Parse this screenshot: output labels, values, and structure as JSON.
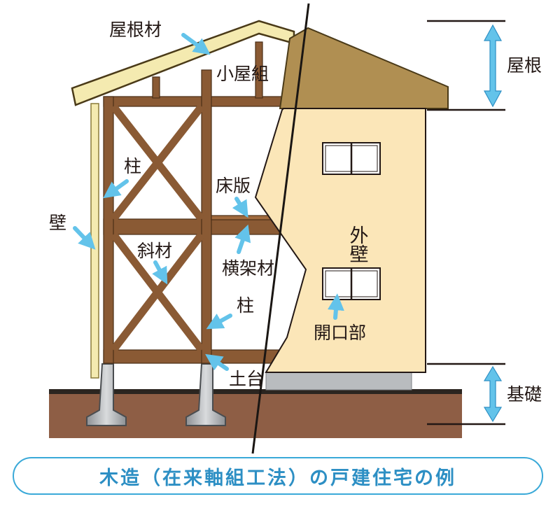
{
  "labels": {
    "yanezai": "屋根材",
    "koyagumi": "小屋組",
    "hashira_upper": "柱",
    "kabe": "壁",
    "yukaita": "床版",
    "shazai": "斜材",
    "oukazai": "横架材",
    "hashira_lower": "柱",
    "dodai": "土台",
    "gaiheki": "外壁",
    "kaikoubu": "開口部",
    "yane": "屋根",
    "kiso": "基礎"
  },
  "caption": "木造（在来軸組工法）の戸建住宅の例",
  "colors": {
    "timber": "#8a5a34",
    "timber_light": "#a06a3d",
    "roof_board": "#f4eab0",
    "roof_exterior": "#b08f52",
    "wall_exterior": "#fbe6b8",
    "ground": "#8e5e45",
    "foundation": "#b9bcbf",
    "arrow": "#63c3ea",
    "caption_text": "#2d8fc4"
  }
}
